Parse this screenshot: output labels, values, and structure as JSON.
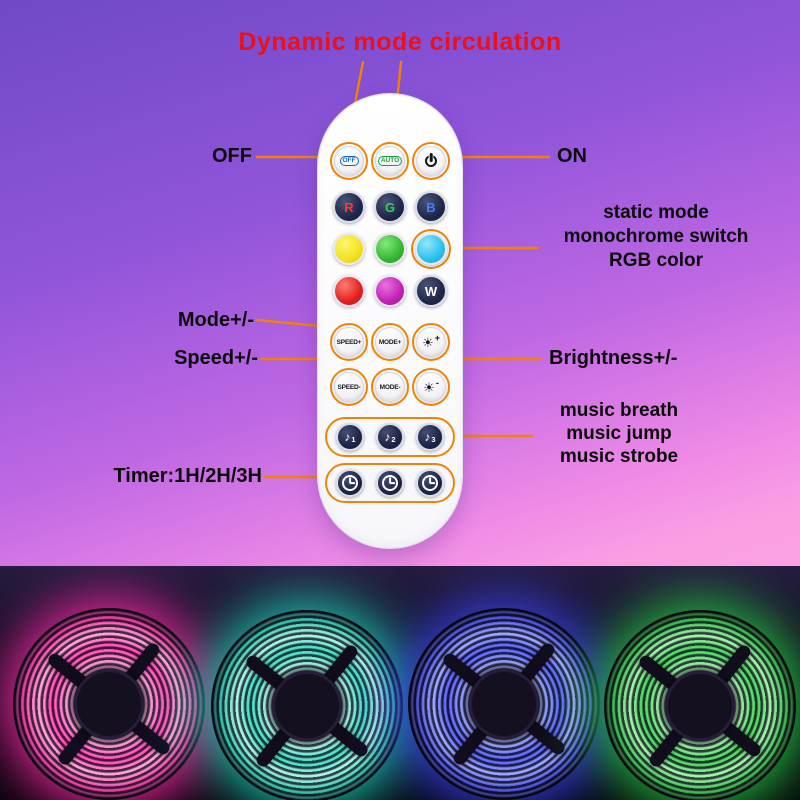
{
  "title": "Dynamic mode circulation",
  "callouts": {
    "off": "OFF",
    "on": "ON",
    "static_line1": "static mode",
    "static_line2": "monochrome switch",
    "static_line3": "RGB color",
    "mode": "Mode+/-",
    "speed": "Speed+/-",
    "brightness": "Brightness+/-",
    "music_line1": "music breath",
    "music_line2": "music jump",
    "music_line3": "music strobe",
    "timer": "Timer:1H/2H/3H"
  },
  "remote": {
    "off_button": "OFF",
    "auto_button": "AUTO",
    "red_button": "R",
    "green_button": "G",
    "blue_button": "B",
    "white_button": "W",
    "speed_plus": "SPEED+",
    "mode_plus": "MODE+",
    "speed_minus": "SPEED-",
    "mode_minus": "MODE-",
    "music1_num": "1",
    "music2_num": "2",
    "music3_num": "3"
  },
  "icons": {
    "sun": "☀",
    "note": "♪",
    "plus": "+",
    "minus": "-"
  },
  "colors": {
    "accent_orange": "#F08307",
    "title_red": "#E8111C",
    "yellow": "#F2E11C",
    "green": "#35B832",
    "cyan": "#2CC0EE",
    "red": "#E32020",
    "magenta": "#C122B4"
  },
  "photo": {
    "reels": [
      {
        "name": "pink-led-reel",
        "color": "#ff29a8",
        "bright": "#ff9ad8"
      },
      {
        "name": "teal-led-reel",
        "color": "#1fd3b9",
        "bright": "#a5f5e8"
      },
      {
        "name": "blue-led-reel",
        "color": "#3b44f0",
        "bright": "#8f9cff"
      },
      {
        "name": "green-led-reel",
        "color": "#27c944",
        "bright": "#9cf2a8"
      }
    ]
  }
}
